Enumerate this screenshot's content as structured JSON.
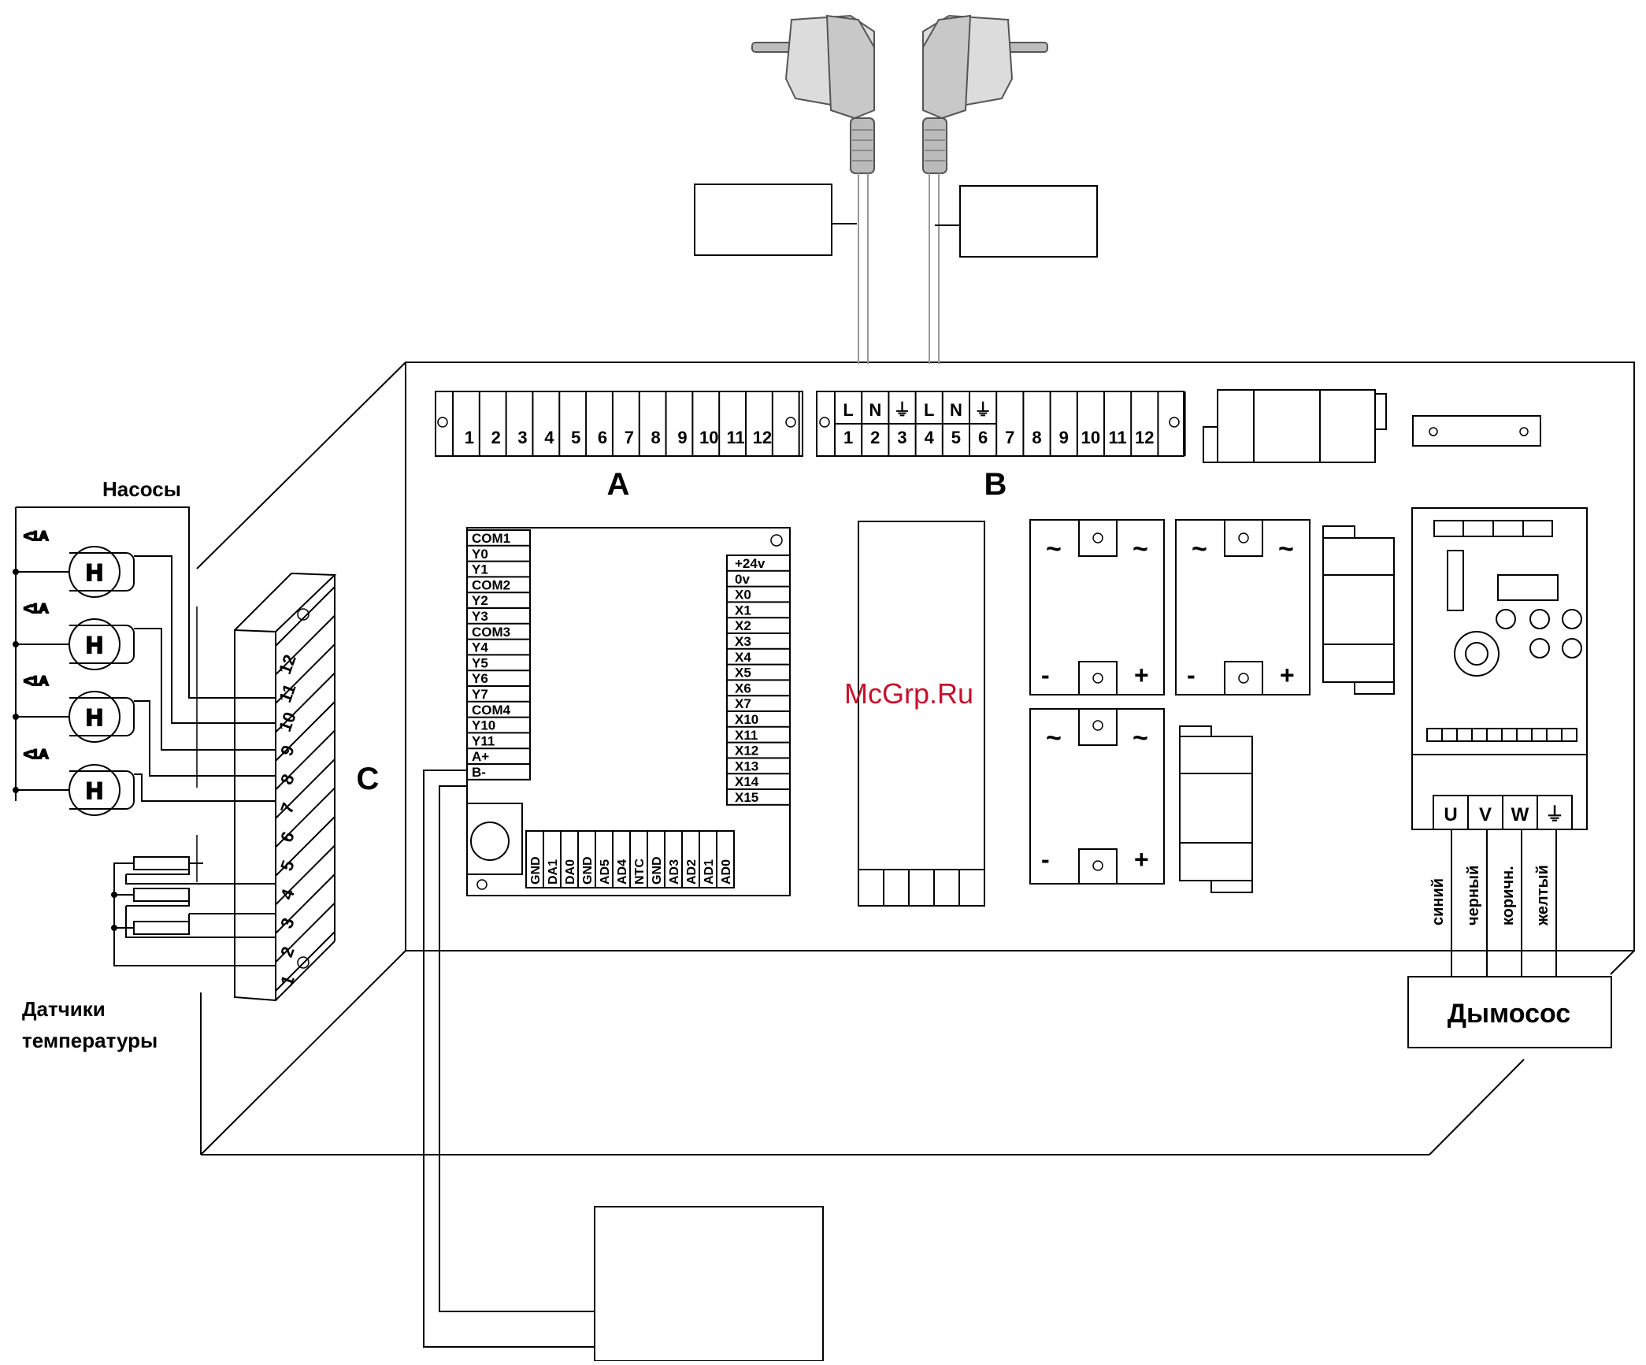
{
  "watermark": "McGrp.Ru",
  "terminal_a": {
    "label": "A",
    "numbers": [
      "1",
      "2",
      "3",
      "4",
      "5",
      "6",
      "7",
      "8",
      "9",
      "10",
      "11",
      "12"
    ]
  },
  "terminal_b": {
    "label": "B",
    "tops": [
      "L",
      "N",
      "⏚",
      "L",
      "N",
      "⏚"
    ],
    "numbers": [
      "1",
      "2",
      "3",
      "4",
      "5",
      "6",
      "7",
      "8",
      "9",
      "10",
      "11",
      "12"
    ]
  },
  "terminal_c": {
    "label": "C",
    "numbers": [
      "12",
      "11",
      "10",
      "9",
      "8",
      "7",
      "6",
      "5",
      "4",
      "3",
      "2",
      "1"
    ]
  },
  "pumps": {
    "title": "Насосы",
    "current_limit": "<1A",
    "symbol": "H"
  },
  "sensors": {
    "title_line1": "Датчики",
    "title_line2": "температуры"
  },
  "plc": {
    "left_pins": [
      "COM1",
      "Y0",
      "Y1",
      "COM2",
      "Y2",
      "Y3",
      "COM3",
      "Y4",
      "Y5",
      "Y6",
      "Y7",
      "COM4",
      "Y10",
      "Y11",
      "A+",
      "B-"
    ],
    "right_pins": [
      "+24v",
      "0v",
      "X0",
      "X1",
      "X2",
      "X3",
      "X4",
      "X5",
      "X6",
      "X7",
      "X10",
      "X11",
      "X12",
      "X13",
      "X14",
      "X15"
    ],
    "bottom_pins": [
      "GND",
      "DA1",
      "DA0",
      "GND",
      "AD5",
      "AD4",
      "NTC",
      "GND",
      "AD3",
      "AD2",
      "AD1",
      "AD0"
    ]
  },
  "psu": {
    "ac": "~",
    "minus": "-",
    "plus": "+"
  },
  "vfd": {
    "terminals": [
      "U",
      "V",
      "W",
      "⏚"
    ],
    "wires": [
      "синий",
      "черный",
      "коричн.",
      "желтый"
    ]
  },
  "fan": {
    "label": "Дымосос"
  }
}
